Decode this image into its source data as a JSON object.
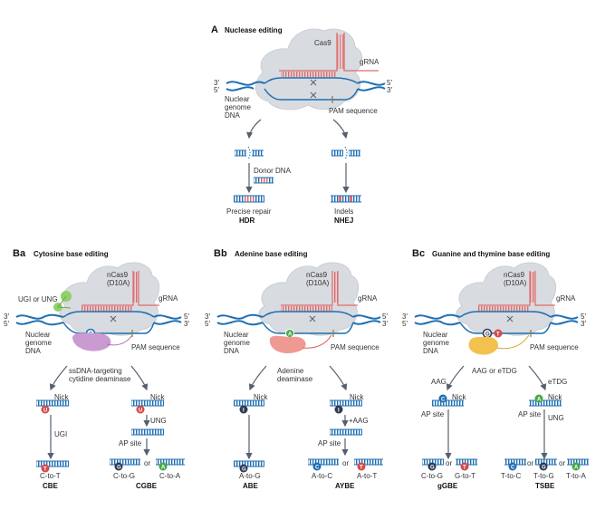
{
  "colors": {
    "dna_blue": "#1f6fb2",
    "rna_red": "#e26a6a",
    "protein_gray": "#d8dbe0",
    "arrow": "#55606e",
    "ugi_green": "#8fd16a",
    "cytidine_deaminase": "#c99bd0",
    "adenine_deaminase": "#ee9a93",
    "glycosylase_yellow": "#f2c14e",
    "base_red": "#d64a4a",
    "base_blue": "#1f6fb2",
    "base_dark": "#2f3a55",
    "base_green": "#49a84b"
  },
  "panelA": {
    "letter": "A",
    "title": "Nuclease editing",
    "protein": "Cas9",
    "grna": "gRNA",
    "end_left_top": "3′",
    "end_left_bottom": "5′",
    "end_right_top": "5′",
    "end_right_bottom": "3′",
    "dna_label": [
      "Nuclear",
      "genome",
      "DNA"
    ],
    "pam": "PAM sequence",
    "donor": "Donor DNA",
    "left_outcome": "Precise repair",
    "left_name": "HDR",
    "right_outcome": "Indels",
    "right_name": "NHEJ"
  },
  "panelBa": {
    "letter": "Ba",
    "title": "Cytosine base editing",
    "protein": [
      "nCas9",
      "(D10A)"
    ],
    "grna": "gRNA",
    "accessory": "UGI or UNG",
    "ends": [
      "3′",
      "5′",
      "5′",
      "3′"
    ],
    "dna_label": [
      "Nuclear",
      "genome",
      "DNA"
    ],
    "pam": "PAM sequence",
    "enzyme": [
      "ssDNA-targeting",
      "cytidine deaminase"
    ],
    "target_base": "C",
    "nick": "Nick",
    "left_step": "UGI",
    "left_base": "U",
    "left_result_base": "T",
    "left_outcome": "C-to-T",
    "left_name": "CBE",
    "right_step": "UNG",
    "ap_site": "AP site",
    "or": "or",
    "right_bases": [
      "G",
      "A"
    ],
    "right_outcomes": [
      "C-to-G",
      "C-to-A"
    ],
    "right_name": "CGBE"
  },
  "panelBb": {
    "letter": "Bb",
    "title": "Adenine base editing",
    "protein": [
      "nCas9",
      "(D10A)"
    ],
    "grna": "gRNA",
    "ends": [
      "3′",
      "5′",
      "5′",
      "3′"
    ],
    "dna_label": [
      "Nuclear",
      "genome",
      "DNA"
    ],
    "pam": "PAM sequence",
    "enzyme": [
      "Adenine",
      "deaminase"
    ],
    "target_base": "A",
    "nick": "Nick",
    "left_base": "I",
    "left_result_base": "G",
    "left_outcome": "A-to-G",
    "left_name": "ABE",
    "right_step": "+AAG",
    "ap_site": "AP site",
    "or": "or",
    "right_bases": [
      "C",
      "T"
    ],
    "right_outcomes": [
      "A-to-C",
      "A-to-T"
    ],
    "right_name": "AYBE"
  },
  "panelBc": {
    "letter": "Bc",
    "title": "Guanine and thymine base editing",
    "protein": [
      "nCas9",
      "(D10A)"
    ],
    "grna": "gRNA",
    "ends": [
      "3′",
      "5′",
      "5′",
      "3′"
    ],
    "dna_label": [
      "Nuclear",
      "genome",
      "DNA"
    ],
    "pam": "PAM sequence",
    "target_bases": [
      "G",
      "T"
    ],
    "enzyme": "AAG or eTDG",
    "left_step": "AAG",
    "right_step": "eTDG",
    "nick": "Nick",
    "ap_site": "AP site",
    "left_base": "G",
    "right_base": "T",
    "right_sub_step": "UNG",
    "or": "or",
    "left_bases": [
      "C",
      "T"
    ],
    "left_outcomes": [
      "C-to-G",
      "G-to-T"
    ],
    "left_name": "gGBE",
    "right_bases": [
      "C",
      "G",
      "A"
    ],
    "right_outcomes": [
      "T-to-C",
      "T-to-G",
      "T-to-A"
    ],
    "right_name": "TSBE"
  }
}
